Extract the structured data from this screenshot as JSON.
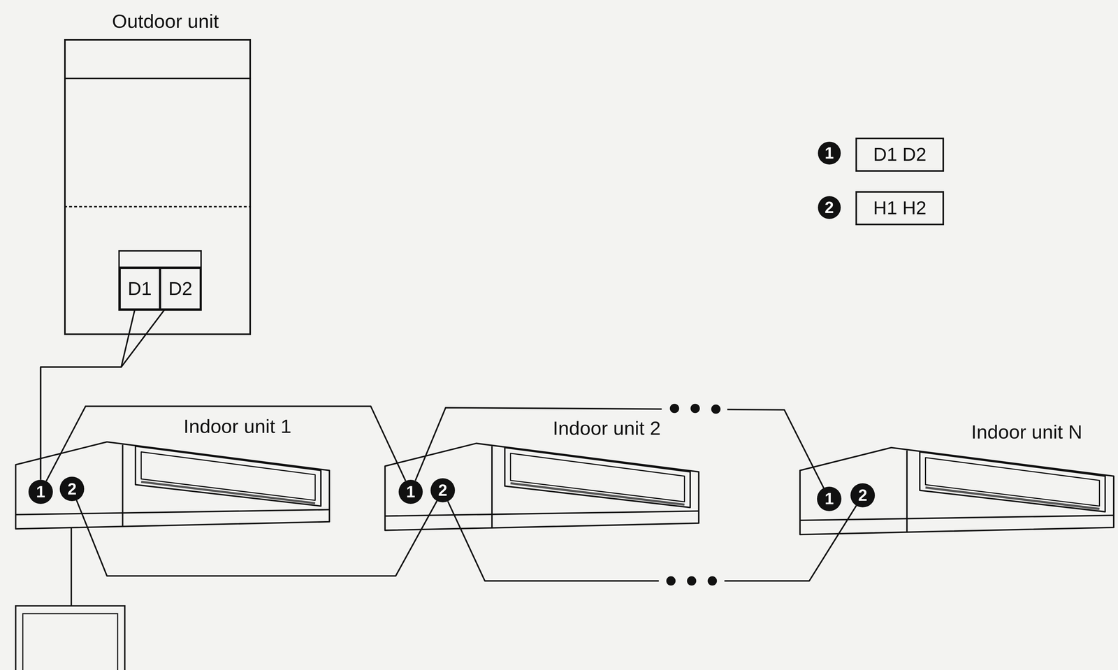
{
  "diagram": {
    "nodes": [
      {
        "text": [
          "Outdoor unit"
        ]
      },
      {
        "text": [
          "D1"
        ],
        "in": 0
      },
      {
        "text": [
          "D2"
        ],
        "in": 0
      },
      {
        "text": [
          "1"
        ]
      },
      {
        "text": [
          "D1 D2"
        ]
      },
      {
        "text": [
          "2"
        ]
      },
      {
        "text": [
          "H1 H2"
        ]
      },
      {
        "text": [
          "Indoor unit 1"
        ]
      },
      {
        "text": [
          "1"
        ],
        "in": 7
      },
      {
        "text": [
          "2"
        ],
        "in": 7
      },
      {
        "text": [
          "Indoor unit 2"
        ]
      },
      {
        "text": [
          "1"
        ],
        "in": 10
      },
      {
        "text": [
          "2"
        ],
        "in": 10
      },
      {
        "text": [
          "Indoor unit N"
        ]
      },
      {
        "text": [
          "1"
        ],
        "in": 13
      },
      {
        "text": [
          "2"
        ],
        "in": 13
      }
    ],
    "edges": [
      {
        "from": 1,
        "to": 8,
        "arrow": "none"
      },
      {
        "from": 2,
        "to": 8,
        "arrow": "none"
      },
      {
        "from": 8,
        "to": 11,
        "arrow": "none"
      },
      {
        "from": 11,
        "to": 14,
        "arrow": "none"
      },
      {
        "from": 9,
        "to": 12,
        "arrow": "none"
      },
      {
        "from": 12,
        "to": 15,
        "arrow": "none"
      }
    ]
  }
}
